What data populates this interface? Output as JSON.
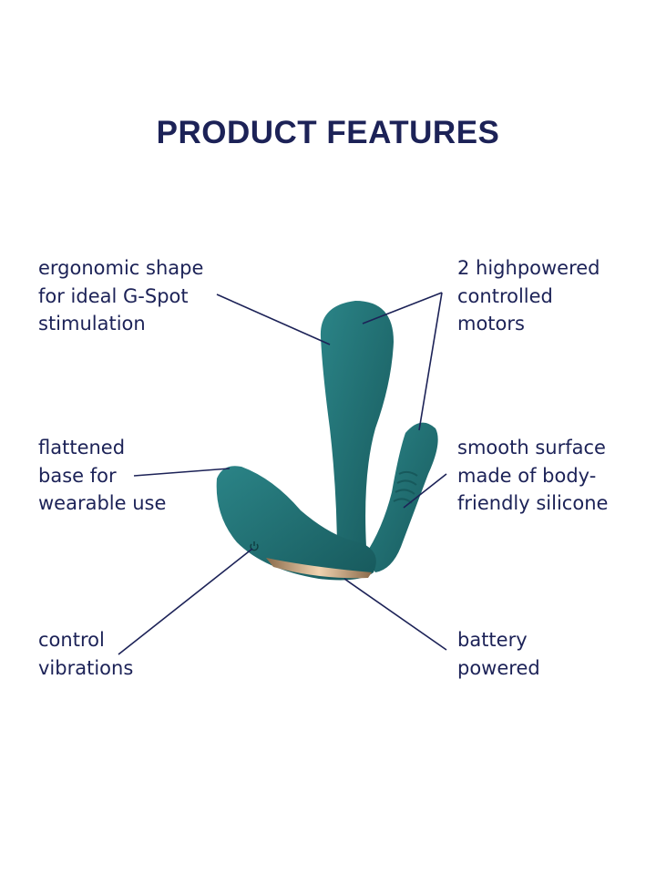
{
  "title": "PRODUCT FEATURES",
  "features": {
    "ergonomic": "ergonomic shape\nfor ideal G-Spot\nstimulation",
    "motors": "2 highpowered\ncontrolled\nmotors",
    "base": "flattened\nbase for\nwearable use",
    "surface": "smooth surface\nmade of body-\nfriendly silicone",
    "control": "control\nvibrations",
    "battery": "battery\npowered"
  },
  "colors": {
    "text": "#1c2257",
    "product": "#1f6f72",
    "accent": "#c9a27a"
  }
}
